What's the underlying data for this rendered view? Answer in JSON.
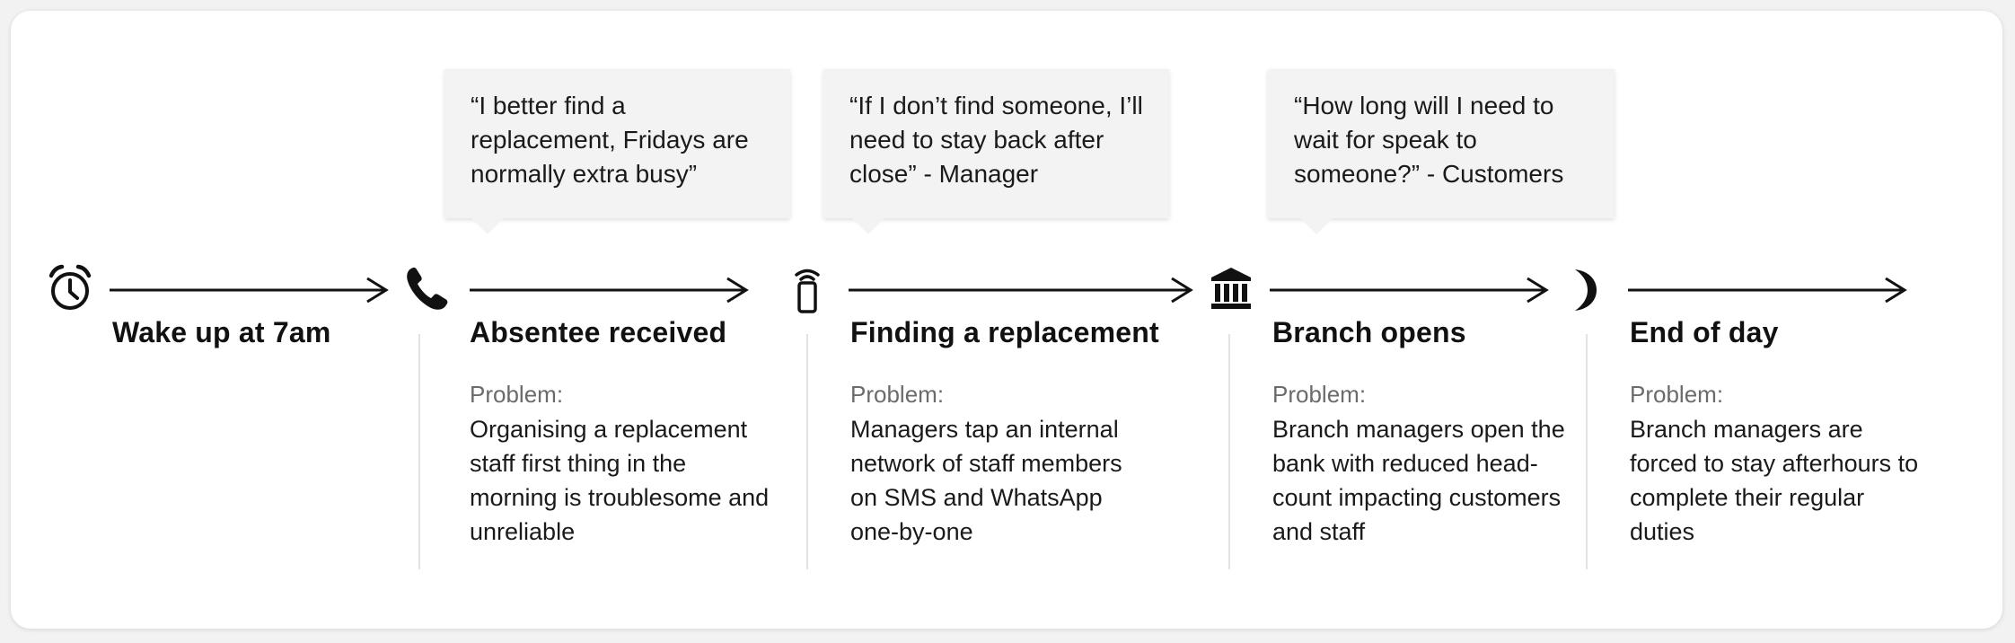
{
  "quotes": [
    {
      "text": "“I better find a replacement, Fridays are normally extra busy”"
    },
    {
      "text": "“If I don’t find someone, I’ll need to stay back after close” - Manager"
    },
    {
      "text": "“How long will I need to wait for speak to someone?” - Customers"
    }
  ],
  "steps": [
    {
      "icon": "alarm-clock-icon",
      "title": "Wake up at 7am"
    },
    {
      "icon": "phone-icon",
      "title": "Absentee received",
      "problem_label": "Problem:",
      "problem": "Organising a replacement staff first thing in the morning is troublesome and unreliable"
    },
    {
      "icon": "mobile-signal-icon",
      "title": "Finding a replacement",
      "problem_label": "Problem:",
      "problem": "Managers tap an internal network of staff members on SMS and WhatsApp one-by-one"
    },
    {
      "icon": "bank-icon",
      "title": "Branch opens",
      "problem_label": "Problem:",
      "problem": "Branch managers open the bank with reduced head-count impacting customers and staff"
    },
    {
      "icon": "moon-icon",
      "title": "End of day",
      "problem_label": "Problem:",
      "problem": "Branch managers are forced to stay afterhours to complete their regular duties"
    }
  ]
}
